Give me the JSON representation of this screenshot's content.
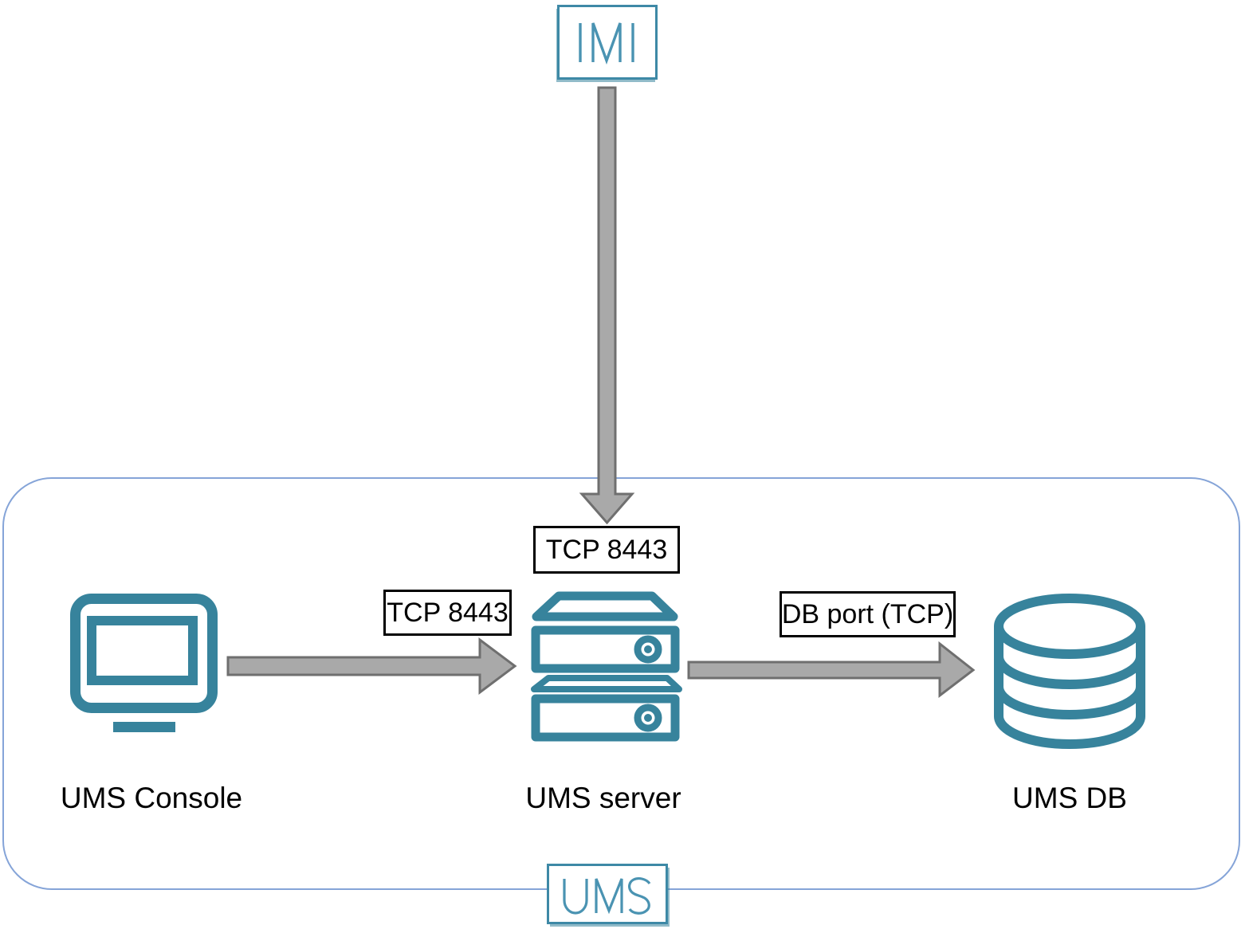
{
  "diagram": {
    "external_node": {
      "id": "imi",
      "label": "IMI"
    },
    "boundary": {
      "id": "ums",
      "label": "UMS"
    },
    "nodes": [
      {
        "id": "ums-console",
        "label": "UMS Console",
        "icon": "monitor-icon"
      },
      {
        "id": "ums-server",
        "label": "UMS server",
        "icon": "server-rack-icon"
      },
      {
        "id": "ums-db",
        "label": "UMS DB",
        "icon": "database-icon"
      }
    ],
    "connections": [
      {
        "from": "IMI",
        "to": "UMS server",
        "label": "TCP 8443",
        "direction": "down"
      },
      {
        "from": "UMS Console",
        "to": "UMS server",
        "label": "TCP 8443",
        "direction": "right"
      },
      {
        "from": "UMS server",
        "to": "UMS DB",
        "label": "DB port (TCP)",
        "direction": "right"
      }
    ],
    "colors": {
      "icon_teal": "#37839C",
      "logo_teal": "#4A93B2",
      "logo_border": "#3E89A6",
      "arrow_fill": "#A9A9A9",
      "arrow_outline": "#6F6F6F",
      "boundary_border": "#85A4D8",
      "port_label_border": "#000000",
      "text": "#000000"
    }
  }
}
